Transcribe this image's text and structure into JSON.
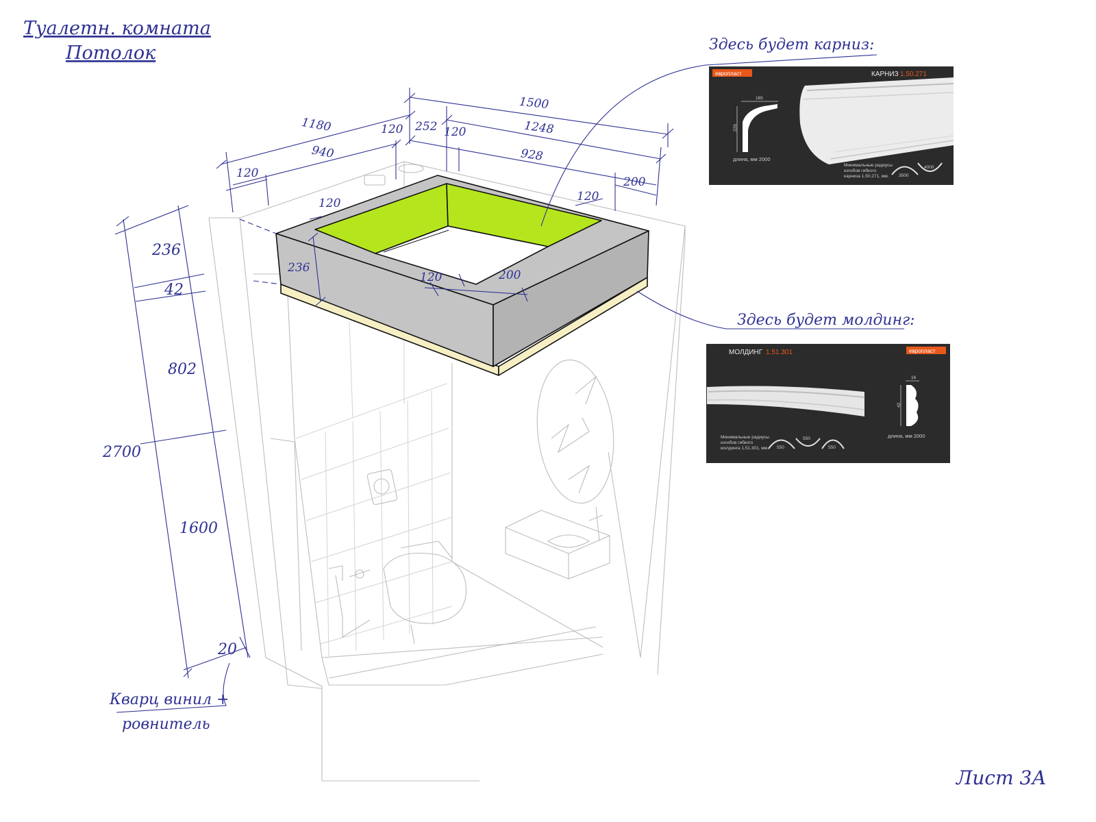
{
  "title": {
    "line1": "Туалетн. комната",
    "line2": "Потолок"
  },
  "sheet_label": "Лист 3А",
  "notes": {
    "cornice": "Здесь будет карниз:",
    "molding": "Здесь будет молдинг:",
    "floor_line1": "Кварц винил +",
    "floor_line2": "ровнитель"
  },
  "dimensions": {
    "top_total": "1500",
    "left_top": "1180",
    "right_top": "1248",
    "top_a": "120",
    "top_b": "252",
    "top_c": "120",
    "left_mid": "940",
    "right_mid": "928",
    "left_end": "120",
    "right_end": "200",
    "box_left": "120",
    "box_right": "120",
    "box_bottom_a": "120",
    "box_bottom_b": "200",
    "box_height": "236",
    "v_236": "236",
    "v_42": "42",
    "v_802": "802",
    "v_2700": "2700",
    "v_1600": "1600",
    "v_20": "20"
  },
  "cornice_card": {
    "brand": "европласт",
    "product": "КАРНИЗ",
    "code": "1.50.271",
    "dim_w": "165",
    "dim_h": "226",
    "length": "длина, мм 2000",
    "radius_note_1": "Минимальные радиусы",
    "radius_note_2": "изгибов гибкого",
    "radius_note_3": "карниза 1.50.271, мм.",
    "r1": "3500",
    "r2": "4000"
  },
  "molding_card": {
    "brand": "европласт",
    "product": "МОЛДИНГ",
    "code": "1.51.301",
    "dim_w": "16",
    "dim_h": "42",
    "length": "длина, мм 2000",
    "radius_note_1": "Минимальные радиусы",
    "radius_note_2": "изгибов гибкого",
    "radius_note_3": "молдинга 1.51.301, мм.",
    "r1": "550",
    "r2": "550",
    "r3": "550"
  },
  "colors": {
    "ink": "#2e3192",
    "soffit_green": "#b5e61d",
    "box_gray": "#c4c4c4",
    "box_gray_dark": "#b3b3b3",
    "molding_band": "#f6efc4",
    "panel_dark": "#2b2b2b",
    "brand_orange": "#e8581b"
  }
}
